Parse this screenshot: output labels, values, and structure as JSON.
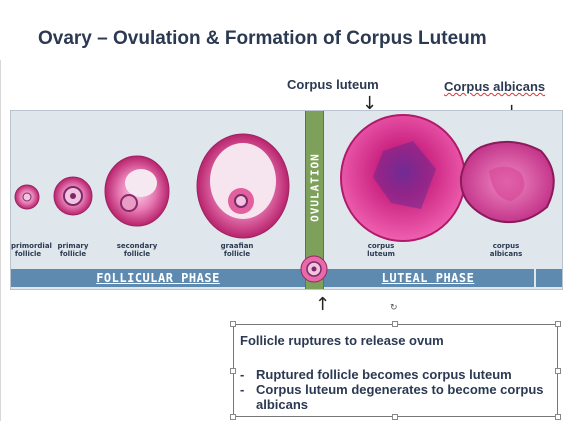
{
  "slide": {
    "title": "Ovary – Ovulation & Formation of Corpus Luteum"
  },
  "callouts": {
    "corpus_luteum": "Corpus luteum",
    "corpus_albicans": "Corpus albicans",
    "arrow_glyph": "↓",
    "up_arrow_glyph": "↑"
  },
  "figure": {
    "stages": [
      {
        "label": "primordial follicle"
      },
      {
        "label": "primary follicle"
      },
      {
        "label": "secondary follicle"
      },
      {
        "label": "graafian follicle"
      },
      {
        "label": "corpus luteum"
      },
      {
        "label": "corpus albicans"
      }
    ],
    "ovulation_label": "OVULATION",
    "follicular_phase_label": "FOLLICULAR PHASE",
    "luteal_phase_label": "LUTEAL PHASE",
    "colors": {
      "tissue_pink": "#e0509a",
      "tissue_magenta": "#c4257a",
      "tissue_light": "#f3c4de",
      "background": "#dfe6ec",
      "phase_bar": "#5f8ab0",
      "ovulation_bar": "#7da05a"
    }
  },
  "note": {
    "title": "Follicle ruptures to release ovum",
    "items": [
      "Ruptured follicle becomes corpus luteum",
      "Corpus luteum degenerates to become corpus albicans"
    ],
    "rotate_glyph": "↻"
  }
}
